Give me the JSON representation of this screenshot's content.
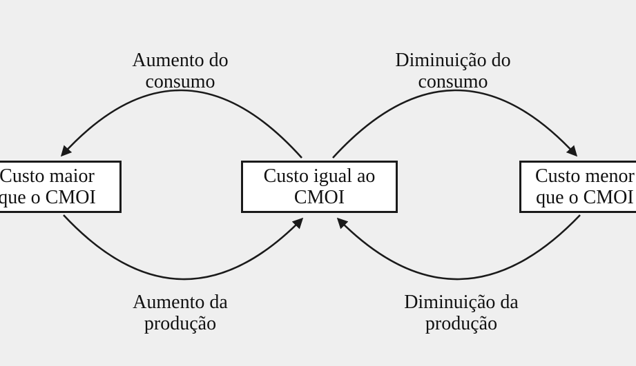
{
  "diagram": {
    "boxes": {
      "left": "Custo maior\nque o CMOI",
      "center": "Custo igual ao\nCMOI",
      "right": "Custo menor\nque o CMOI"
    },
    "labels": {
      "top_left": "Aumento do\nconsumo",
      "top_right": "Diminuição do\nconsumo",
      "bottom_left": "Aumento da\nprodução",
      "bottom_right": "Diminuição da\nprodução"
    },
    "colors": {
      "background": "#efefef",
      "stroke": "#1a1a1a",
      "box_fill": "#ffffff"
    }
  }
}
